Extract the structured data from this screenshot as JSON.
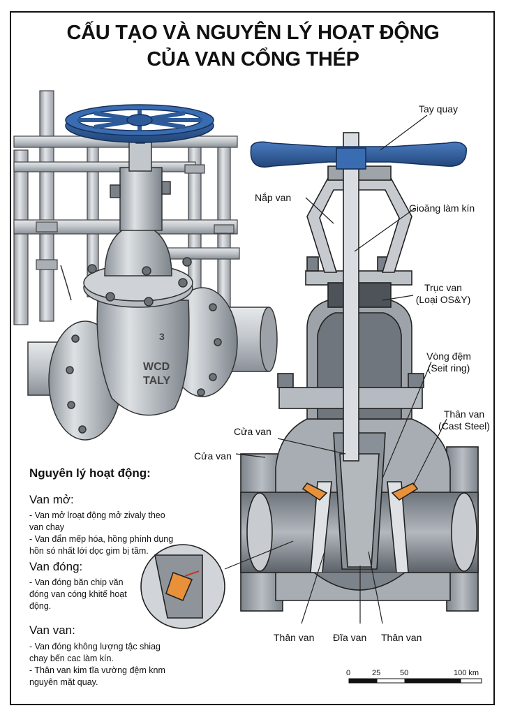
{
  "title_line1": "CẤU TẠO VÀ NGUYÊN LÝ HOẠT ĐỘNG",
  "title_line2": "CỦA VAN CỔNG THÉP",
  "body_markings": {
    "size": "3",
    "material": "WCD",
    "country": "TALY"
  },
  "labels": {
    "tay_quay": "Tay quay",
    "nap_van": "Nắp van",
    "gioang": "Gioăng làm kín",
    "truc_van_1": "Trục van",
    "truc_van_2": "(Loại OS&Y)",
    "vong_dem_1": "Vòng đệm",
    "vong_dem_2": "(Seit ring)",
    "than_van_r1": "Thân van",
    "than_van_r2": "(Cast Steel)",
    "cua_van_inner": "Cửa van",
    "cua_van_outer": "Cửa van",
    "than_van_b1": "Thân van",
    "dia_van": "Đĩa van",
    "than_van_b2": "Thân van"
  },
  "principle": {
    "heading": "Nguyên lý hoạt động:",
    "sections": [
      {
        "title": "Van mở:",
        "lines": [
          "- Van mở lroạt động mở zivaly theo van chay",
          "- Van đẩn mếp hóa, hồng phính dụng hồn só nhất lới dọc gim bị tầm."
        ]
      },
      {
        "title": "Van đóng:",
        "lines": [
          "- Van đóng băn chip văn đóng van cóng khitế hoạt động."
        ]
      },
      {
        "title": "Van van:",
        "lines": [
          "- Van đóng không lượng tậc shiag chay bến cac làm kín.",
          "- Thân van kim tĩa vường đệm knm nguyên mặt quay."
        ]
      }
    ]
  },
  "scale": {
    "ticks": [
      "0",
      "25",
      "50",
      "100 km"
    ]
  },
  "colors": {
    "handwheel": "#2f5f9e",
    "steel_light": "#d3d7dc",
    "steel_mid": "#9aa1a9",
    "steel_dark": "#5f666e",
    "seal_orange": "#e8913a",
    "pipe": "#c9ced3"
  }
}
